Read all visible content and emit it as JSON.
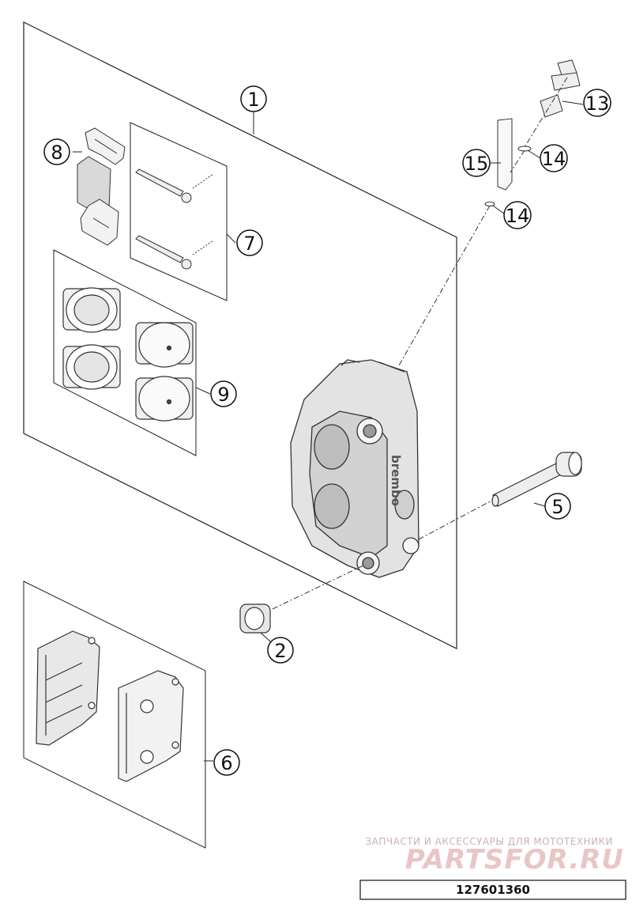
{
  "callouts": {
    "c1": "1",
    "c2": "2",
    "c5": "5",
    "c6": "6",
    "c7": "7",
    "c8": "8",
    "c9": "9",
    "c13": "13",
    "c14a": "14",
    "c14b": "14",
    "c15": "15"
  },
  "caliper": {
    "brand": "brembo"
  },
  "watermark": {
    "tagline": "ЗАПЧАСТИ И АКСЕССУАРЫ ДЛЯ МОТОТЕХНИКИ",
    "site": "PARTSFOR.RU"
  },
  "part_number": "127601360"
}
